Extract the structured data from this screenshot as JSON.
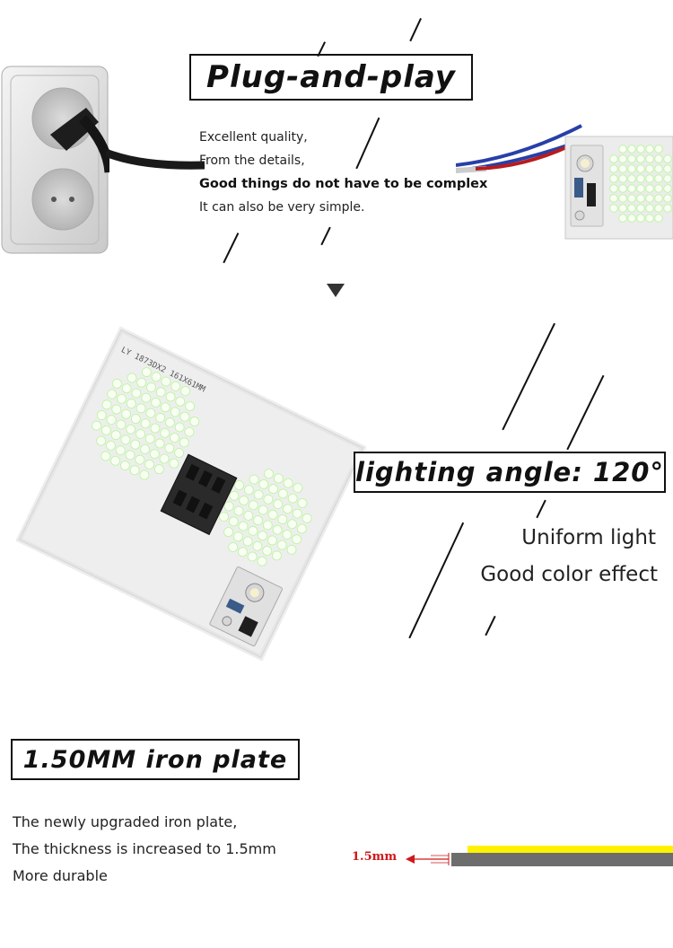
{
  "section1": {
    "title": "Plug-and-play",
    "lines": [
      "Excellent quality,",
      "From the details,",
      "Good things do not have to be complex",
      "It can also be very simple."
    ]
  },
  "section2": {
    "title": "lighting angle: 120°",
    "features": [
      "Uniform light",
      "Good color effect"
    ],
    "board_marking": "LY 1873DX2 161X61MM"
  },
  "section3": {
    "title": "1.50MM iron plate",
    "lines": [
      "The newly upgraded iron plate,",
      "The thickness is increased to 1.5mm",
      "More durable"
    ],
    "thickness_label": "1.5mm"
  },
  "colors": {
    "text": "#111111",
    "board": "#eeeeee",
    "led": "#fafff4",
    "led_glow": "#bff5a8",
    "wire_red": "#b81c1c",
    "wire_blue": "#283fa8",
    "plate_yellow": "#fff200",
    "plate_gray": "#6d6d6d",
    "label_red": "#d01818"
  }
}
